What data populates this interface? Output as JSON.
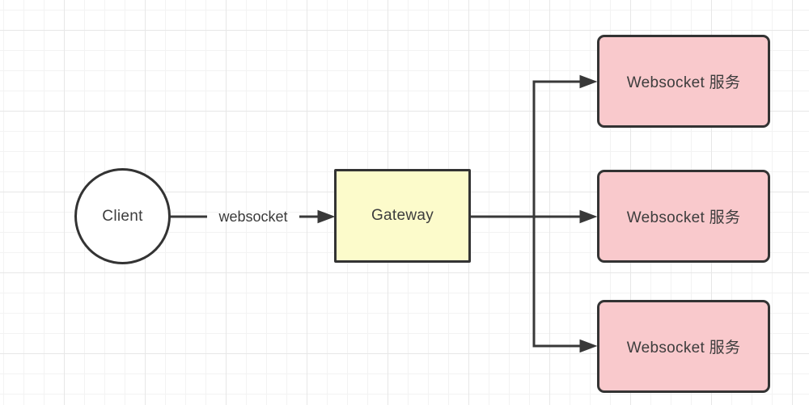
{
  "diagram": {
    "nodes": {
      "client": {
        "label": "Client",
        "shape": "circle",
        "fill": "#ffffff"
      },
      "gateway": {
        "label": "Gateway",
        "shape": "rectangle",
        "fill": "#fcfbcb"
      },
      "service1": {
        "label": "Websocket 服务",
        "shape": "rounded-rectangle",
        "fill": "#f9c9cc"
      },
      "service2": {
        "label": "Websocket 服务",
        "shape": "rounded-rectangle",
        "fill": "#f9c9cc"
      },
      "service3": {
        "label": "Websocket 服务",
        "shape": "rounded-rectangle",
        "fill": "#f9c9cc"
      }
    },
    "edges": {
      "client_to_gateway": {
        "label": "websocket",
        "from": "client",
        "to": "gateway"
      },
      "gateway_to_service1": {
        "label": "",
        "from": "gateway",
        "to": "service1"
      },
      "gateway_to_service2": {
        "label": "",
        "from": "gateway",
        "to": "service2"
      },
      "gateway_to_service3": {
        "label": "",
        "from": "gateway",
        "to": "service3"
      }
    },
    "colors": {
      "background": "#ffffff",
      "grid_minor": "#f3f3f3",
      "grid_major": "#e7e7e7",
      "node_border": "#333333",
      "connector": "#383838",
      "text": "#3d3d3d",
      "gateway_fill": "#fcfbcb",
      "service_fill": "#f9c9cc"
    }
  }
}
